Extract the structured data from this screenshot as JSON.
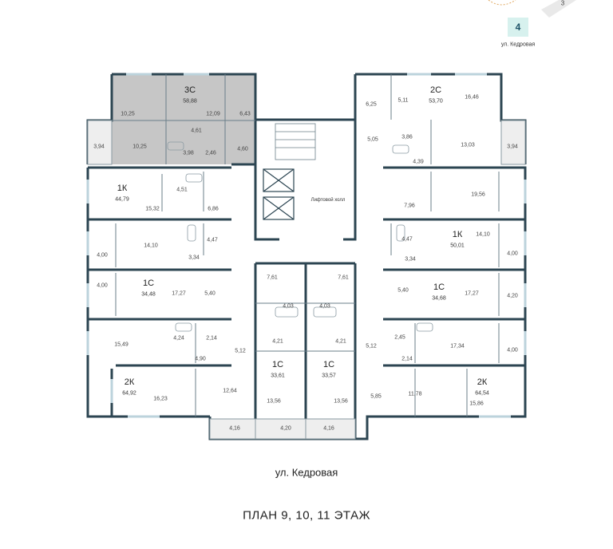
{
  "header": {
    "section_number": "4",
    "street": "ул. Кедровая",
    "neighbor_section": "3"
  },
  "apartments": [
    {
      "code": "3С",
      "area": "58,88"
    },
    {
      "code": "2С",
      "area": "53,70"
    },
    {
      "code": "1К",
      "area": "44,79"
    },
    {
      "code": "1К",
      "area": "50,01"
    },
    {
      "code": "1С",
      "area": "34,48"
    },
    {
      "code": "1С",
      "area": "34,68"
    },
    {
      "code": "2К",
      "area": "64,92"
    },
    {
      "code": "1С",
      "area": "33,61"
    },
    {
      "code": "1С",
      "area": "33,57"
    },
    {
      "code": "2К",
      "area": "64,54"
    }
  ],
  "room_areas": [
    "10,25",
    "12,09",
    "6,43",
    "10,25",
    "4,61",
    "3,94",
    "3,98",
    "2,46",
    "4,60",
    "6,25",
    "5,11",
    "16,46",
    "5,05",
    "3,86",
    "13,03",
    "3,94",
    "4,39",
    "4,51",
    "15,32",
    "6,86",
    "7,96",
    "19,56",
    "14,10",
    "4,47",
    "4,00",
    "3,34",
    "4,47",
    "14,10",
    "4,00",
    "3,34",
    "4,00",
    "17,27",
    "5,40",
    "7,61",
    "7,61",
    "4,03",
    "4,03",
    "5,40",
    "17,27",
    "4,20",
    "15,49",
    "4,24",
    "2,14",
    "4,90",
    "5,12",
    "4,21",
    "4,21",
    "5,12",
    "2,45",
    "2,14",
    "17,34",
    "4,00",
    "16,23",
    "12,64",
    "13,56",
    "13,56",
    "5,85",
    "11,78",
    "15,86",
    "4,16",
    "4,20",
    "4,16"
  ],
  "lift_hall_label": "Лифтовой холл",
  "street_label": "ул. Кедровая",
  "plan_title": "ПЛАН 9, 10, 11 ЭТАЖ",
  "colors": {
    "wall": "#2c4552",
    "sold_fill": "#c6c6c6",
    "section_accent": "#1f5368",
    "badge_bg": "#d7f1ee"
  }
}
